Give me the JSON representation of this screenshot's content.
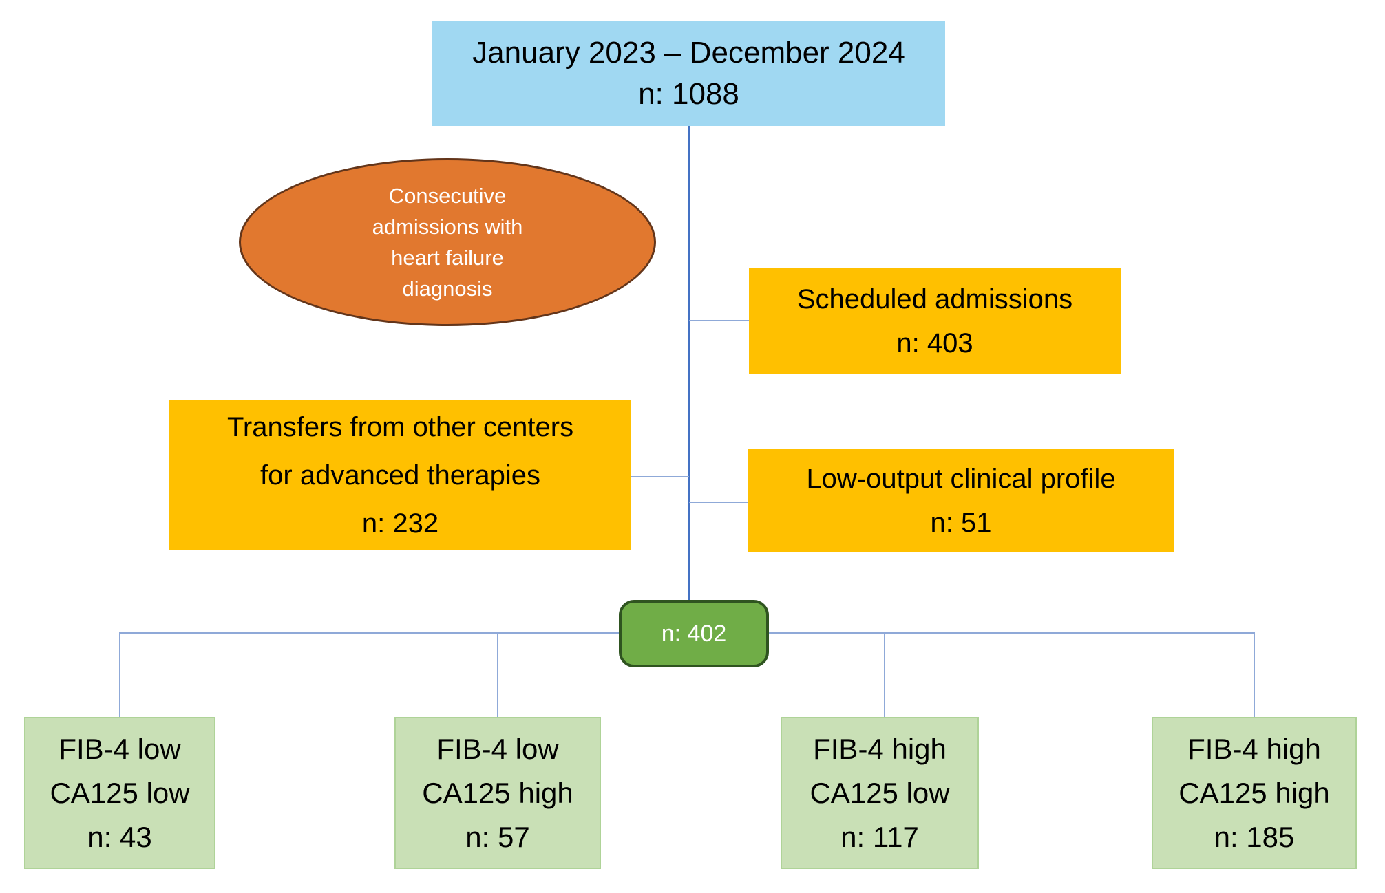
{
  "palette": {
    "top_box_fill": "#a0d8f2",
    "ellipse_fill": "#e1782f",
    "ellipse_border": "#63351a",
    "exclusion_fill": "#ffc000",
    "included_fill": "#70ad47",
    "included_border": "#2f5420",
    "outcome_fill": "#c9e0b6",
    "main_connector": "#4472c4",
    "thin_connector": "#8fa9d8"
  },
  "top_box": {
    "line1": "January 2023 – December 2024",
    "line2": "n: 1088"
  },
  "ellipse": {
    "line1": "Consecutive",
    "line2": "admissions with",
    "line3": "heart failure",
    "line4": "diagnosis"
  },
  "exclusions": {
    "scheduled": {
      "line1": "Scheduled admissions",
      "n": "n: 403"
    },
    "transfers": {
      "line1": "Transfers from other centers",
      "line2": "for advanced therapies",
      "n": "n: 232"
    },
    "low_output": {
      "line1": "Low-output clinical profile",
      "n": "n: 51"
    }
  },
  "included_box": {
    "n": "n: 402"
  },
  "outcomes": [
    {
      "line1": "FIB-4 low",
      "line2": "CA125 low",
      "n": "n: 43"
    },
    {
      "line1": "FIB-4 low",
      "line2": "CA125 high",
      "n": "n: 57"
    },
    {
      "line1": "FIB-4 high",
      "line2": "CA125 low",
      "n": "n: 117"
    },
    {
      "line1": "FIB-4 high",
      "line2": "CA125 high",
      "n": "n: 185"
    }
  ]
}
